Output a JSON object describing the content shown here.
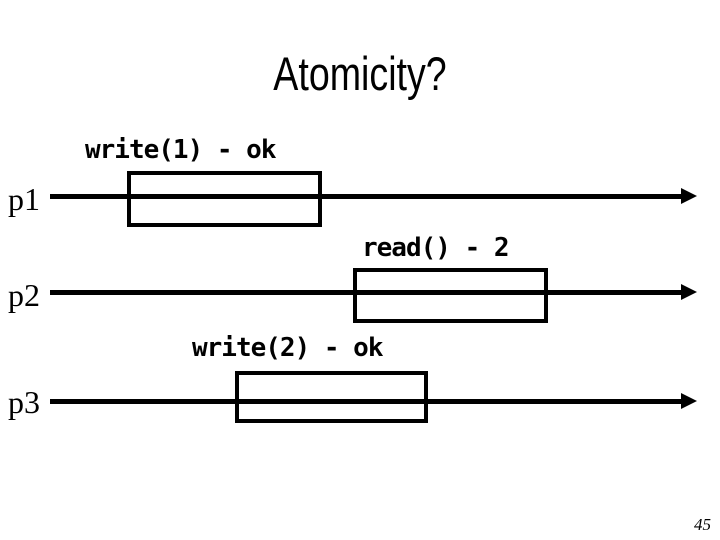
{
  "slide": {
    "title": "Atomicity?",
    "page_number": "45"
  },
  "timelines": [
    {
      "process": "p1",
      "operation": "write(1) - ok"
    },
    {
      "process": "p2",
      "operation": "read() - 2"
    },
    {
      "process": "p3",
      "operation": "write(2) - ok"
    }
  ],
  "colors": {
    "foreground": "#000000",
    "background": "#ffffff"
  }
}
